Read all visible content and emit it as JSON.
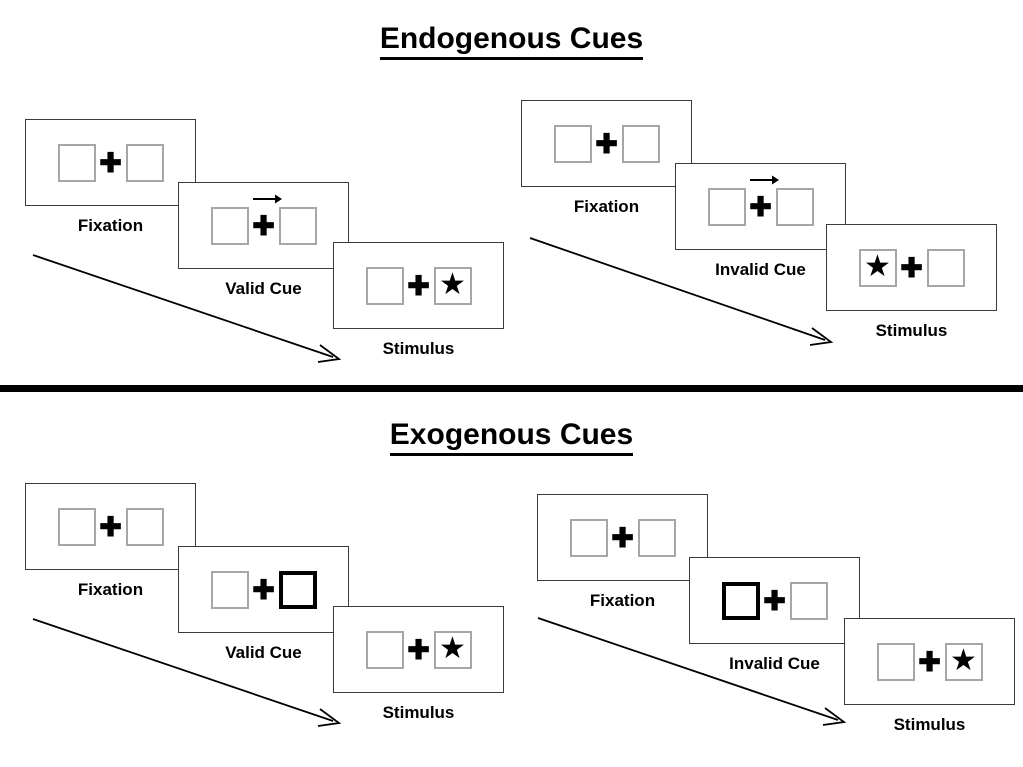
{
  "figure": {
    "title_top": "Endogenous Cues",
    "title_bottom": "Exogenous Cues"
  },
  "icons": {
    "fixation_plus": "✚",
    "star_target": "★",
    "arrow_cue": "right-arrow-cue"
  },
  "sections": [
    {
      "id": "endogenous",
      "title": "Endogenous Cues",
      "cue_type": "central-arrow",
      "sequences": [
        {
          "id": "endogenous-valid",
          "condition": "valid",
          "panels": [
            {
              "caption": "Fixation",
              "left_box": "empty",
              "right_box": "empty",
              "arrow": false
            },
            {
              "caption": "Valid Cue",
              "left_box": "empty",
              "right_box": "empty",
              "arrow": true
            },
            {
              "caption": "Stimulus",
              "left_box": "empty",
              "right_box": "star",
              "arrow": false
            }
          ]
        },
        {
          "id": "endogenous-invalid",
          "condition": "invalid",
          "panels": [
            {
              "caption": "Fixation",
              "left_box": "empty",
              "right_box": "empty",
              "arrow": false
            },
            {
              "caption": "Invalid Cue",
              "left_box": "empty",
              "right_box": "empty",
              "arrow": true
            },
            {
              "caption": "Stimulus",
              "left_box": "star",
              "right_box": "empty",
              "arrow": false
            }
          ]
        }
      ]
    },
    {
      "id": "exogenous",
      "title": "Exogenous Cues",
      "cue_type": "peripheral-box-flash",
      "sequences": [
        {
          "id": "exogenous-valid",
          "condition": "valid",
          "panels": [
            {
              "caption": "Fixation",
              "left_box": "empty",
              "right_box": "empty",
              "arrow": false
            },
            {
              "caption": "Valid Cue",
              "left_box": "empty",
              "right_box": "cued",
              "arrow": false
            },
            {
              "caption": "Stimulus",
              "left_box": "empty",
              "right_box": "star",
              "arrow": false
            }
          ]
        },
        {
          "id": "exogenous-invalid",
          "condition": "invalid",
          "panels": [
            {
              "caption": "Fixation",
              "left_box": "empty",
              "right_box": "empty",
              "arrow": false
            },
            {
              "caption": "Invalid Cue",
              "left_box": "cued",
              "right_box": "empty",
              "arrow": false
            },
            {
              "caption": "Stimulus",
              "left_box": "empty",
              "right_box": "star",
              "arrow": false
            }
          ]
        }
      ]
    }
  ],
  "captions": {
    "fixation": "Fixation",
    "valid_cue": "Valid Cue",
    "invalid_cue": "Invalid Cue",
    "stimulus": "Stimulus"
  },
  "colors": {
    "background": "#ffffff",
    "panel_border": "#3a3a3a",
    "box_border": "#a6a6a6",
    "cued_box_border": "#000000",
    "text": "#000000",
    "divider": "#000000"
  }
}
